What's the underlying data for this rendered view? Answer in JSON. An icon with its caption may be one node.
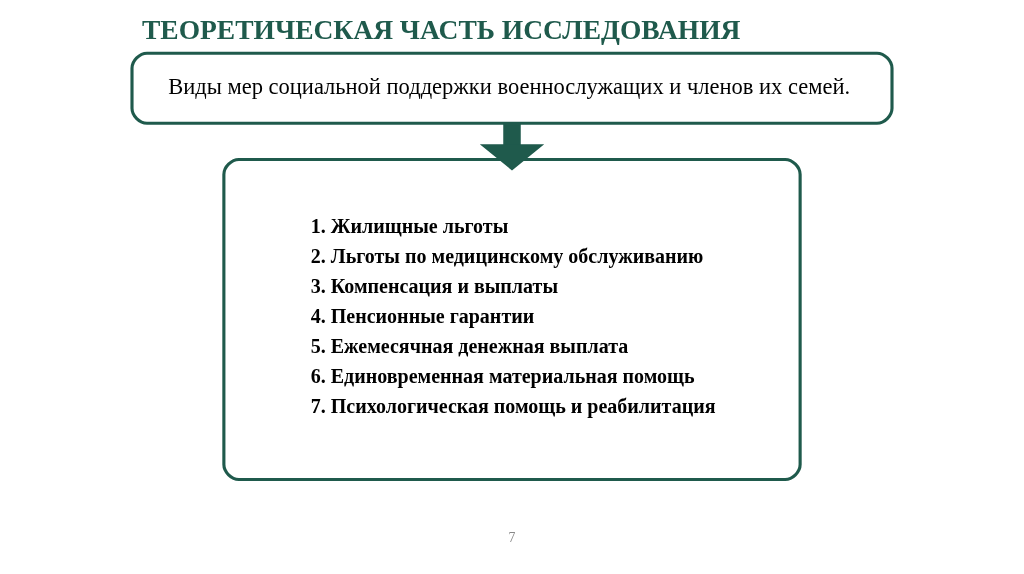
{
  "diagram": {
    "title": "ТЕОРЕТИЧЕСКАЯ ЧАСТЬ ИССЛЕДОВАНИЯ",
    "nodes": [
      {
        "text": [
          "Виды мер социальной поддержки военнослужащих и членов их семей."
        ]
      },
      {
        "text": [
          "1. Жилищные льготы",
          "2. Льготы по медицинскому обслуживанию",
          "3. Компенсация и выплаты",
          "4. Пенсионные гарантии",
          "5. Ежемесячная денежная выплата",
          "6. Единовременная материальная помощь",
          "7. Психологическая помощь и реабилитация"
        ]
      }
    ],
    "edges": [
      {
        "from": 0,
        "to": 1,
        "arrow": "to"
      }
    ],
    "labels": [
      "7"
    ]
  }
}
